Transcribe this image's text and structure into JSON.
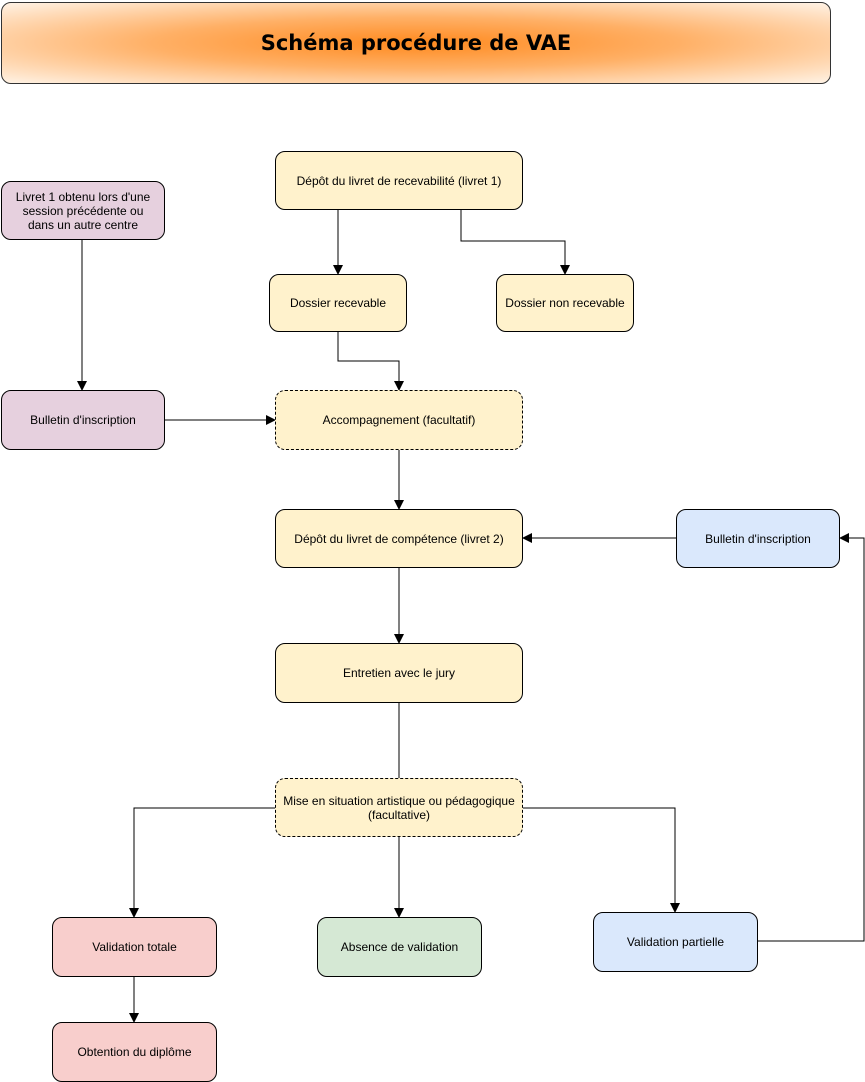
{
  "title": "Schéma procédure de VAE",
  "colors": {
    "yellow": "#fff2cc",
    "purple": "#e6d0de",
    "blue": "#dae8fc",
    "red": "#f8cecc",
    "green": "#d5e8d4",
    "title_gradient": "#ff8a1f"
  },
  "nodes": {
    "livret1": "Dépôt du livret de recevabilité (livret 1)",
    "livret1_prev": "Livret 1 obtenu lors d'une session précédente ou dans un autre centre",
    "recevable": "Dossier recevable",
    "non_recevable": "Dossier non recevable",
    "bulletin_left": "Bulletin d'inscription",
    "accompagnement": "Accompagnement (facultatif)",
    "livret2": "Dépôt du livret de compétence (livret 2)",
    "bulletin_right": "Bulletin d'inscription",
    "entretien": "Entretien avec le jury",
    "mise_en_situation": "Mise en situation artistique ou pédagogique (facultative)",
    "validation_totale": "Validation totale",
    "absence_validation": "Absence de validation",
    "validation_partielle": "Validation partielle",
    "obtention": "Obtention du diplôme"
  }
}
